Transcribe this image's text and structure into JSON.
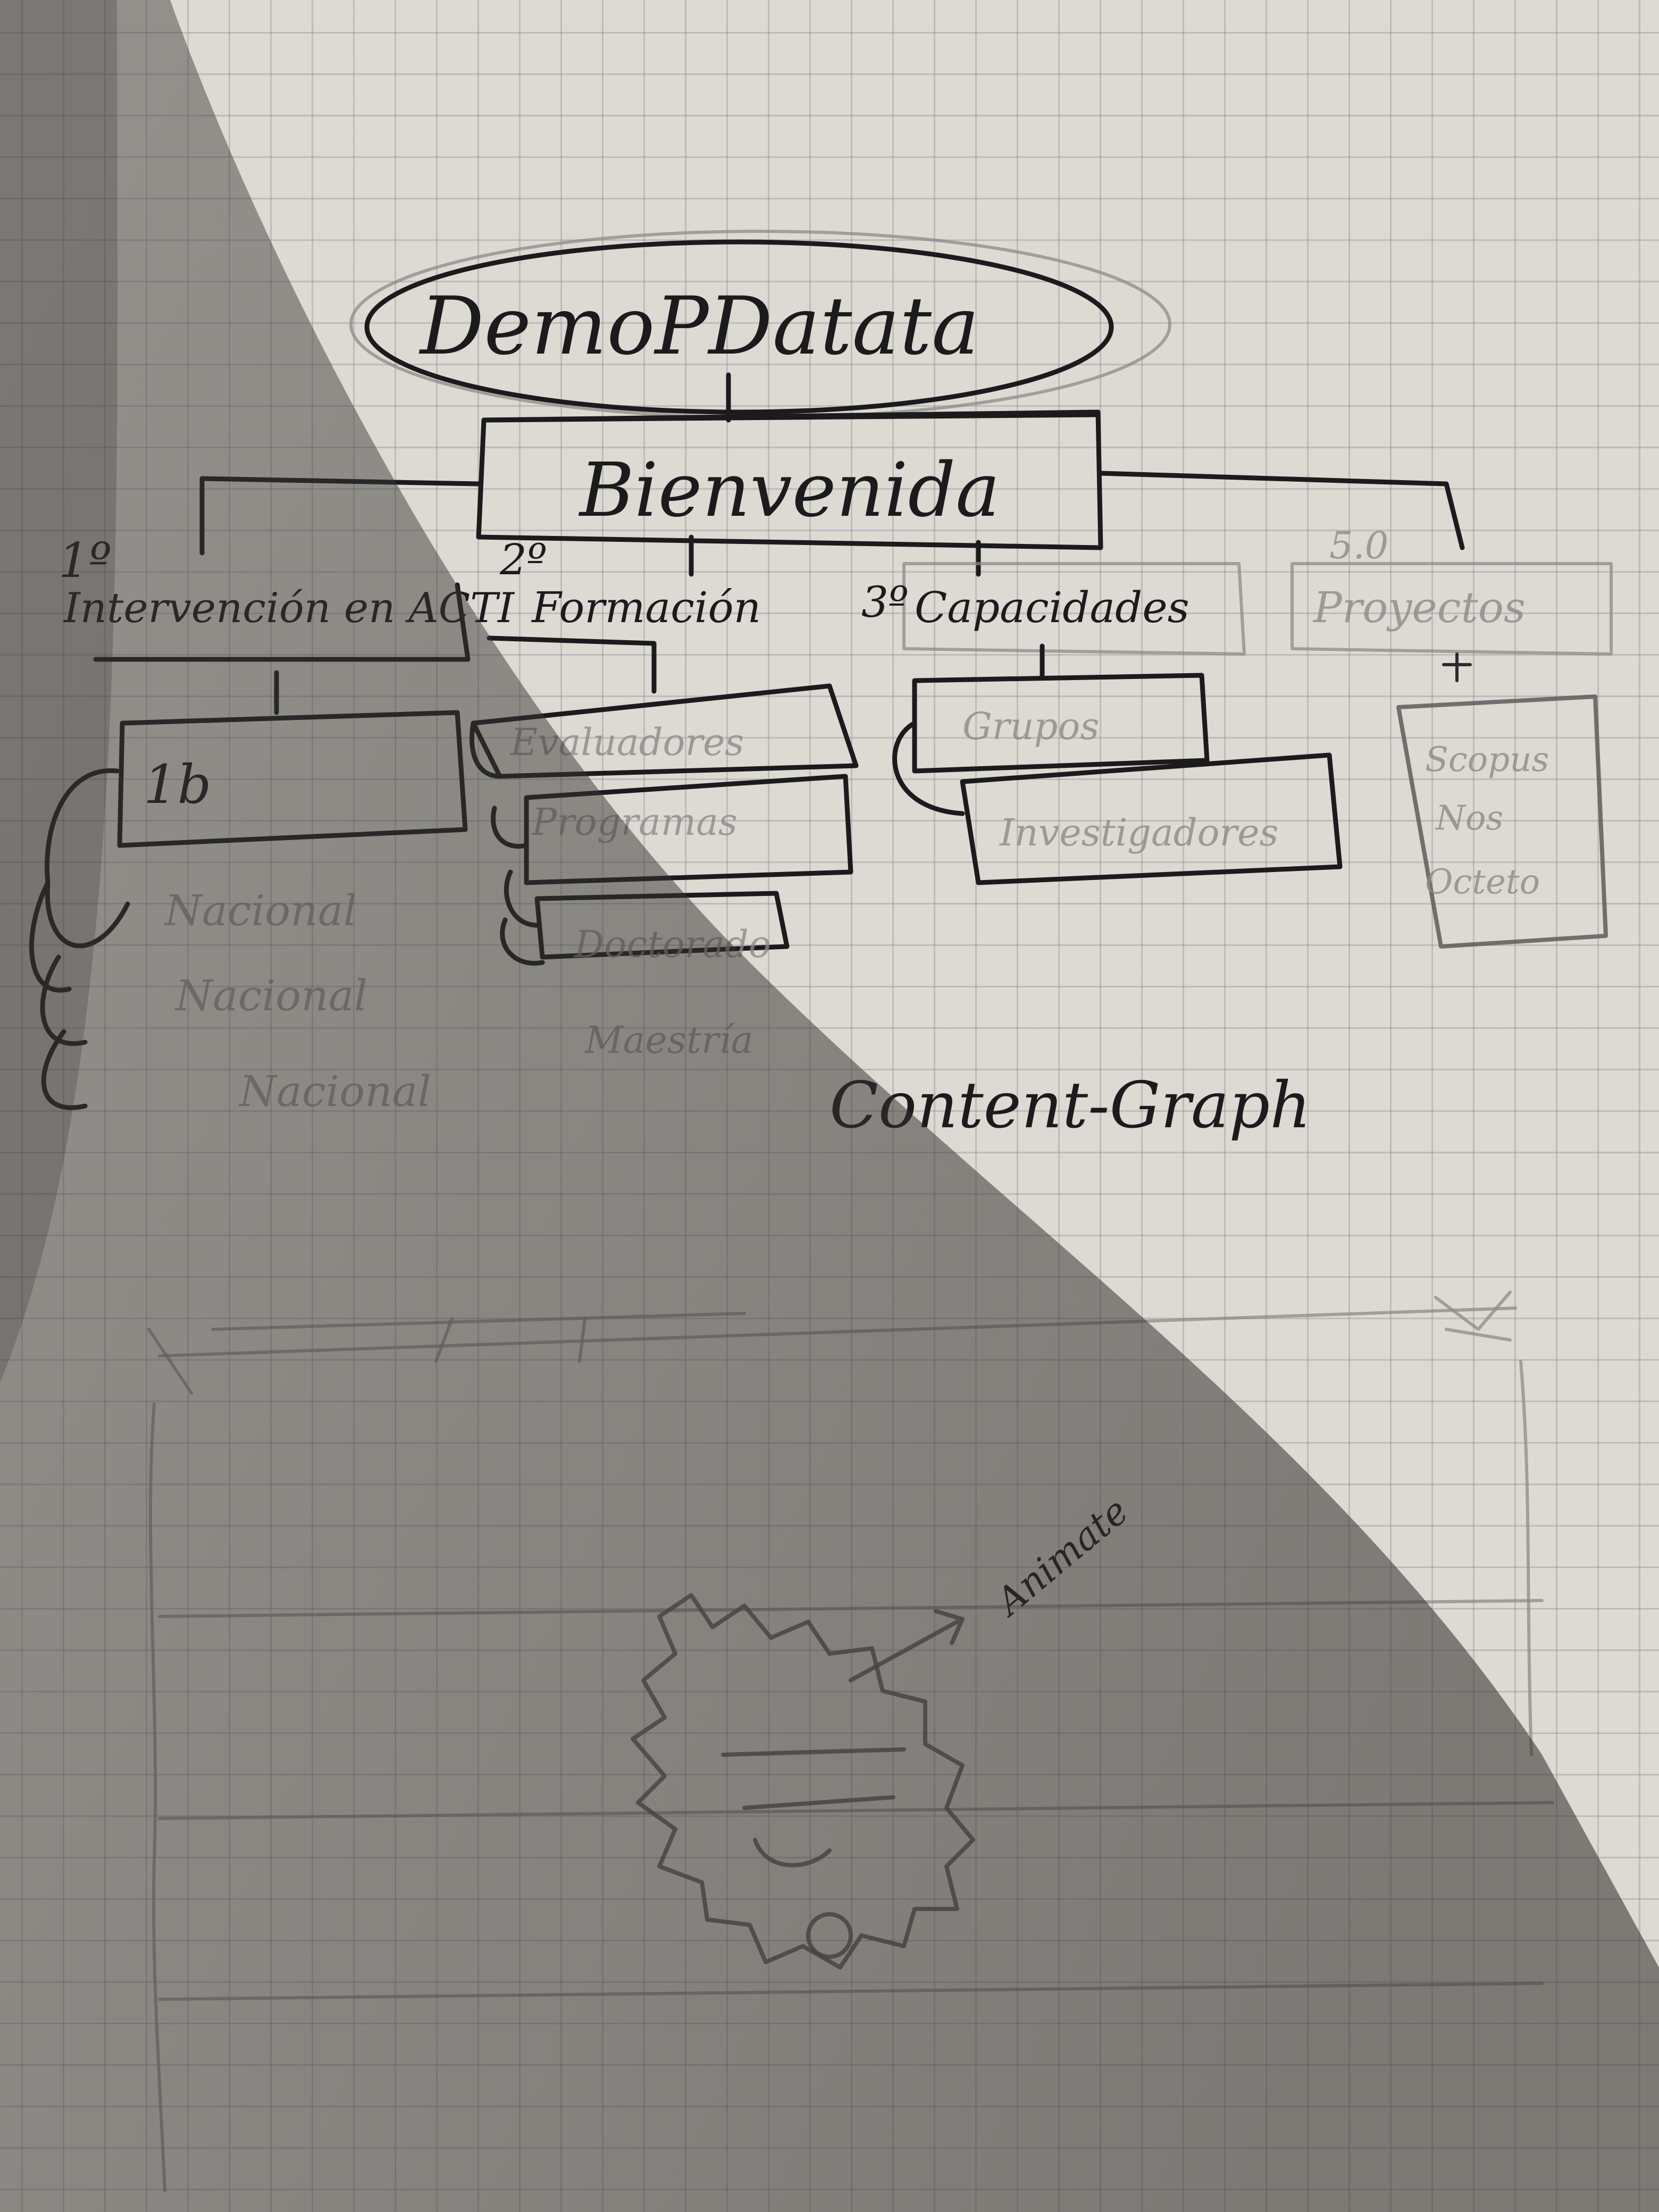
{
  "title": "DemoPDatata",
  "root": "Bienvenida",
  "branches": [
    {
      "number": "1º",
      "label": "Intervención en ACTI"
    },
    {
      "number": "2º",
      "label": "Formación"
    },
    {
      "number": "3º",
      "label": "Capacidades"
    },
    {
      "number": "5.0",
      "label": "Proyectos"
    }
  ],
  "sub_intervencion": "1b",
  "sub_intervencion_items": [
    "Nacional",
    "Nacional",
    "Nacional"
  ],
  "sub_formacion": [
    "Evaluadores",
    "Programas",
    "Doctorado",
    "Maestría"
  ],
  "sub_capacidades": [
    "Grupos",
    "Investigadores"
  ],
  "sub_proyectos": [
    "Scopus",
    "Nos",
    "Octeto"
  ],
  "caption": "Content-Graph",
  "annotation": "Animate",
  "colors": {
    "ink": "#1b1b1d",
    "pencil": "#8c8a88",
    "paper": "#ddd9d3"
  }
}
